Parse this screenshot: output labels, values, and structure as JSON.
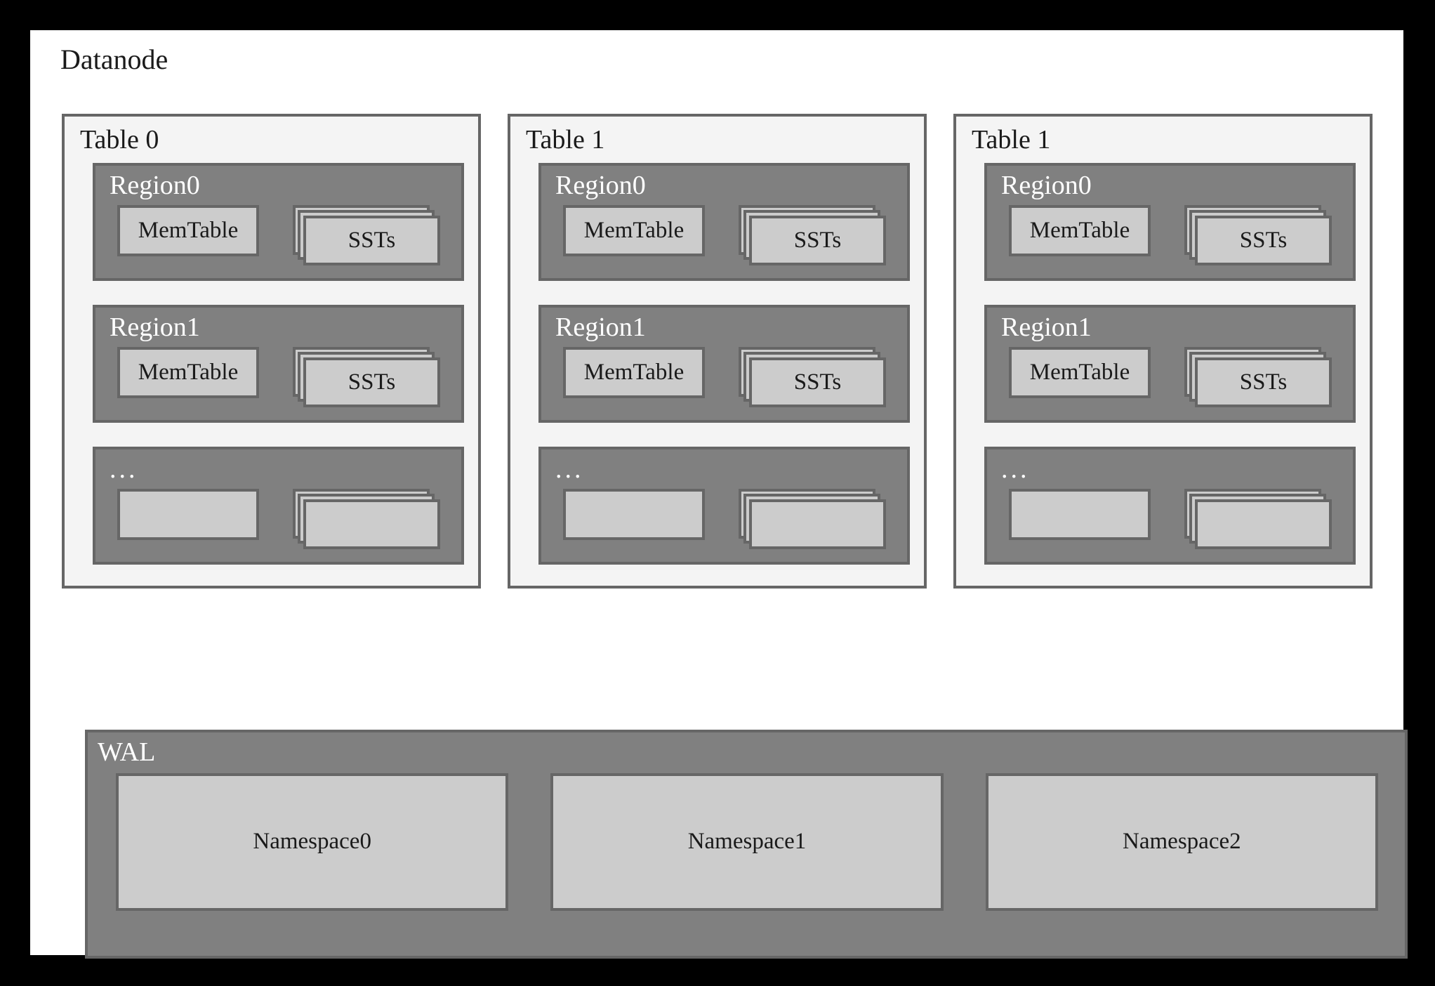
{
  "diagram": {
    "title": "Datanode",
    "background_color": "#000000",
    "canvas_color": "#ffffff",
    "panel_color": "#f4f4f4",
    "region_color": "#808080",
    "box_color": "#cccccc",
    "border_color": "#666666"
  },
  "tables": [
    {
      "label": "Table 0",
      "regions": [
        {
          "label": "Region0",
          "memtable": "MemTable",
          "ssts": "SSTs"
        },
        {
          "label": "Region1",
          "memtable": "MemTable",
          "ssts": "SSTs"
        },
        {
          "label": "...",
          "memtable": "",
          "ssts": ""
        }
      ]
    },
    {
      "label": "Table 1",
      "regions": [
        {
          "label": "Region0",
          "memtable": "MemTable",
          "ssts": "SSTs"
        },
        {
          "label": "Region1",
          "memtable": "MemTable",
          "ssts": "SSTs"
        },
        {
          "label": "...",
          "memtable": "",
          "ssts": ""
        }
      ]
    },
    {
      "label": "Table 1",
      "regions": [
        {
          "label": "Region0",
          "memtable": "MemTable",
          "ssts": "SSTs"
        },
        {
          "label": "Region1",
          "memtable": "MemTable",
          "ssts": "SSTs"
        },
        {
          "label": "...",
          "memtable": "",
          "ssts": ""
        }
      ]
    }
  ],
  "wal": {
    "label": "WAL",
    "namespaces": [
      "Namespace0",
      "Namespace1",
      "Namespace2"
    ]
  }
}
